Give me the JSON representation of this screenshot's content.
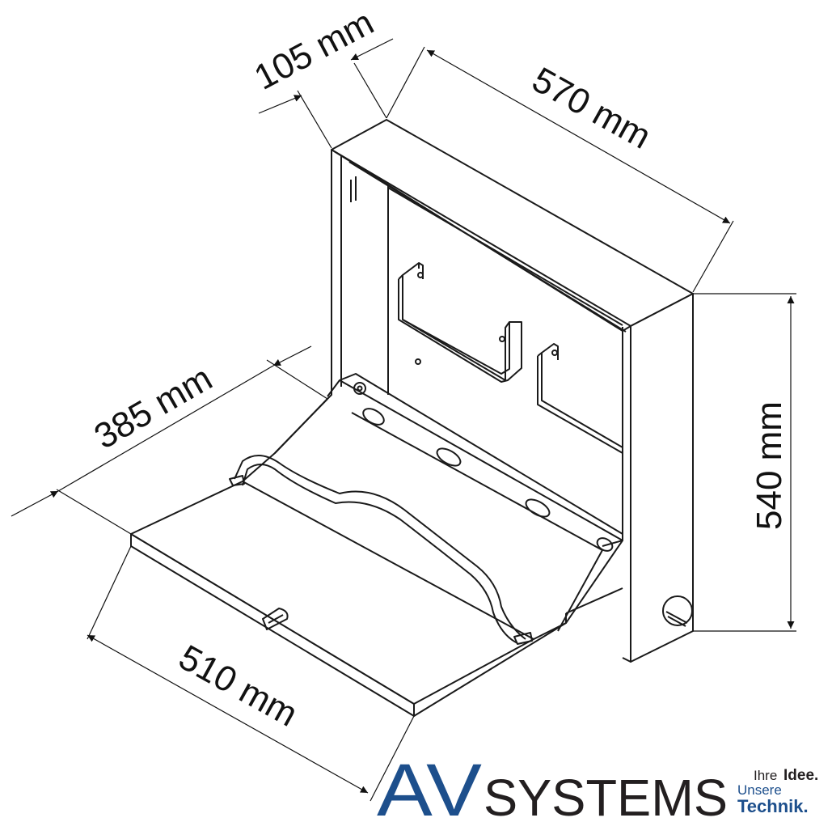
{
  "dimensions": {
    "depth": "105 mm",
    "width": "570 mm",
    "height": "540 mm",
    "tray_depth": "385 mm",
    "tray_width": "510 mm"
  },
  "logo": {
    "av": "AV",
    "systems": "SYSTEMS",
    "tag_ihre": "Ihre",
    "tag_idee": "Idee.",
    "tag_unsere": "Unsere",
    "tag_technik": "Technik.",
    "colors": {
      "blue": "#1d4f8c",
      "dark": "#231f20"
    }
  }
}
